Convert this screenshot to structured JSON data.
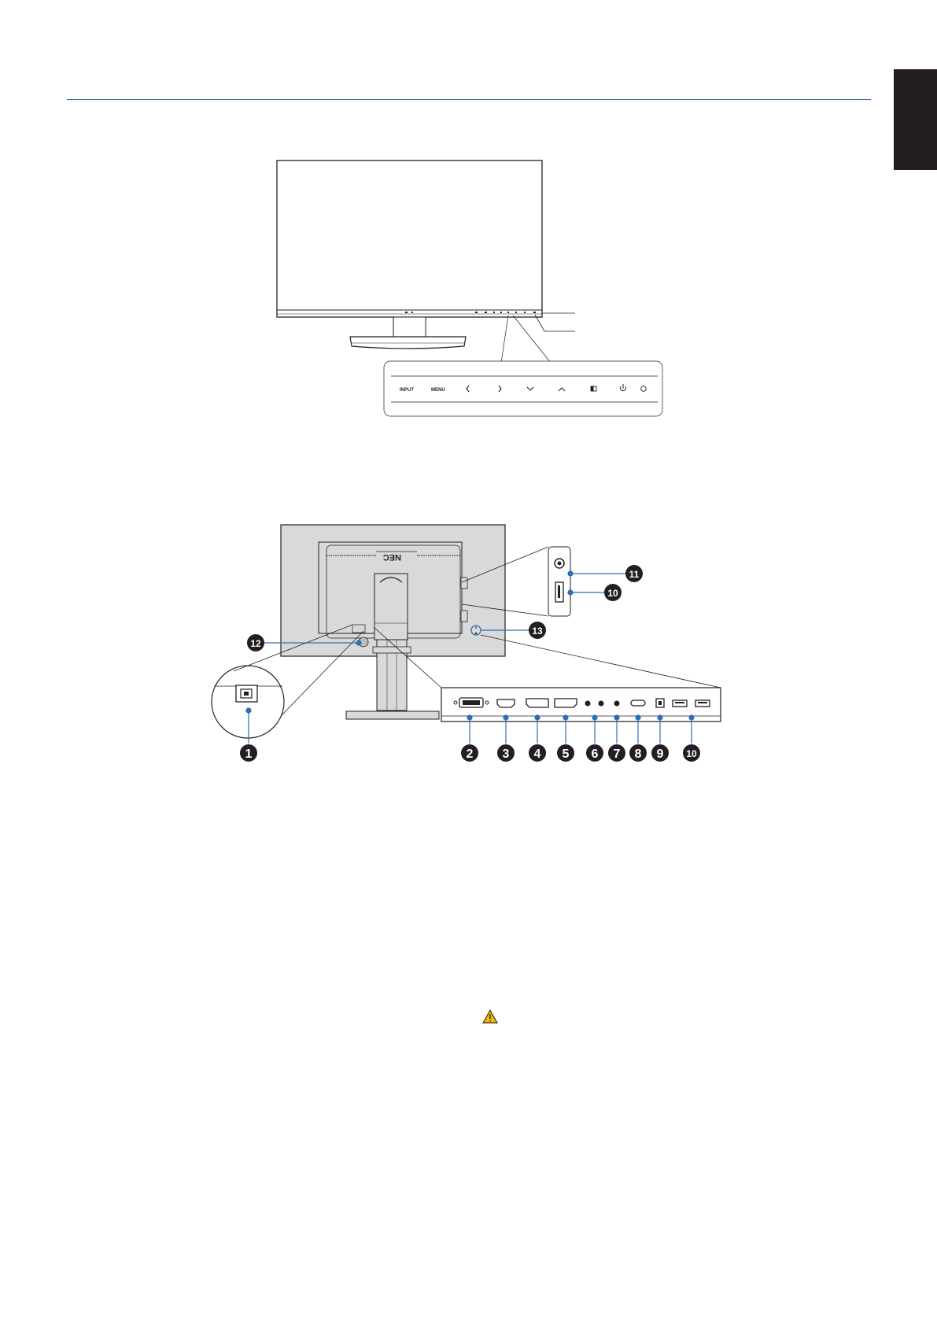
{
  "front_controls": {
    "input_label": "INPUT",
    "menu_label": "MENU",
    "buttons": [
      "left-arrow",
      "right-arrow",
      "down-arrow",
      "up-arrow",
      "sbs-icon",
      "power-icon",
      "led-indicator"
    ]
  },
  "callouts": {
    "c1": "1",
    "c2": "2",
    "c3": "3",
    "c4": "4",
    "c5": "5",
    "c6": "6",
    "c7": "7",
    "c8": "8",
    "c9": "9",
    "c10": "10",
    "c10b": "10",
    "c11": "11",
    "c12": "12",
    "c13": "13"
  },
  "colors": {
    "rule": "#2f6eb5",
    "leader_dot": "#2f6eb5",
    "badge": "#231f20",
    "monitor_back": "#d9d9d9",
    "warning": "#f2b705"
  }
}
